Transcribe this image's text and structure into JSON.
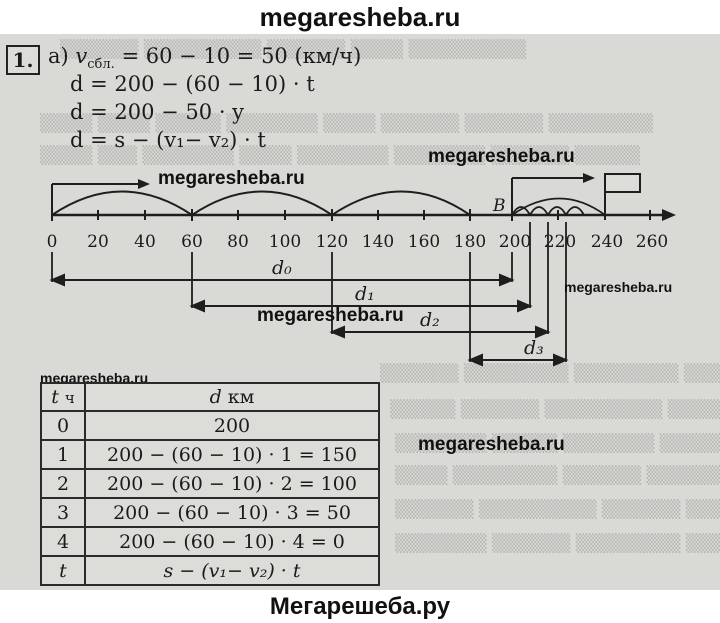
{
  "watermark_top": "megaresheba.ru",
  "watermark_bottom": "Мегарешеба.ру",
  "watermarks": {
    "w1": "megaresheba.ru",
    "w2": "megaresheba.ru",
    "w3": "megaresheba.ru",
    "w4": "megaresheba.ru",
    "w5": "megaresheba.ru",
    "w6": "megaresheba.ru"
  },
  "task": {
    "number": "1.",
    "part": "а)",
    "line1_v": "v",
    "line1_sub": "сбл.",
    "line1_rest": " = 60 − 10 = 50 (км/ч)",
    "line2": "d = 200 − (60 − 10) · t",
    "line3": "d = 200 − 50 · y",
    "line4": "d = s − (v₁− v₂) · t"
  },
  "number_line": {
    "ticks": [
      "0",
      "20",
      "40",
      "60",
      "80",
      "100",
      "120",
      "140",
      "160",
      "180",
      "200",
      "220",
      "240",
      "260"
    ],
    "point_B": "B",
    "labels": {
      "d0": "d₀",
      "d1": "d₁",
      "d2": "d₂",
      "d3": "d₃"
    }
  },
  "table": {
    "head": {
      "t": "t",
      "t_unit": "ч",
      "d": "d",
      "d_unit": "км"
    },
    "rows": [
      {
        "t": "0",
        "d": "200"
      },
      {
        "t": "1",
        "d": "200 − (60 − 10) · 1 = 150"
      },
      {
        "t": "2",
        "d": "200 − (60 − 10) · 2 = 100"
      },
      {
        "t": "3",
        "d": "200 − (60 − 10) · 3 = 50"
      },
      {
        "t": "4",
        "d": "200 − (60 − 10) · 4 = 0"
      },
      {
        "t": "t",
        "d": "s − (v₁− v₂) · t"
      }
    ]
  }
}
